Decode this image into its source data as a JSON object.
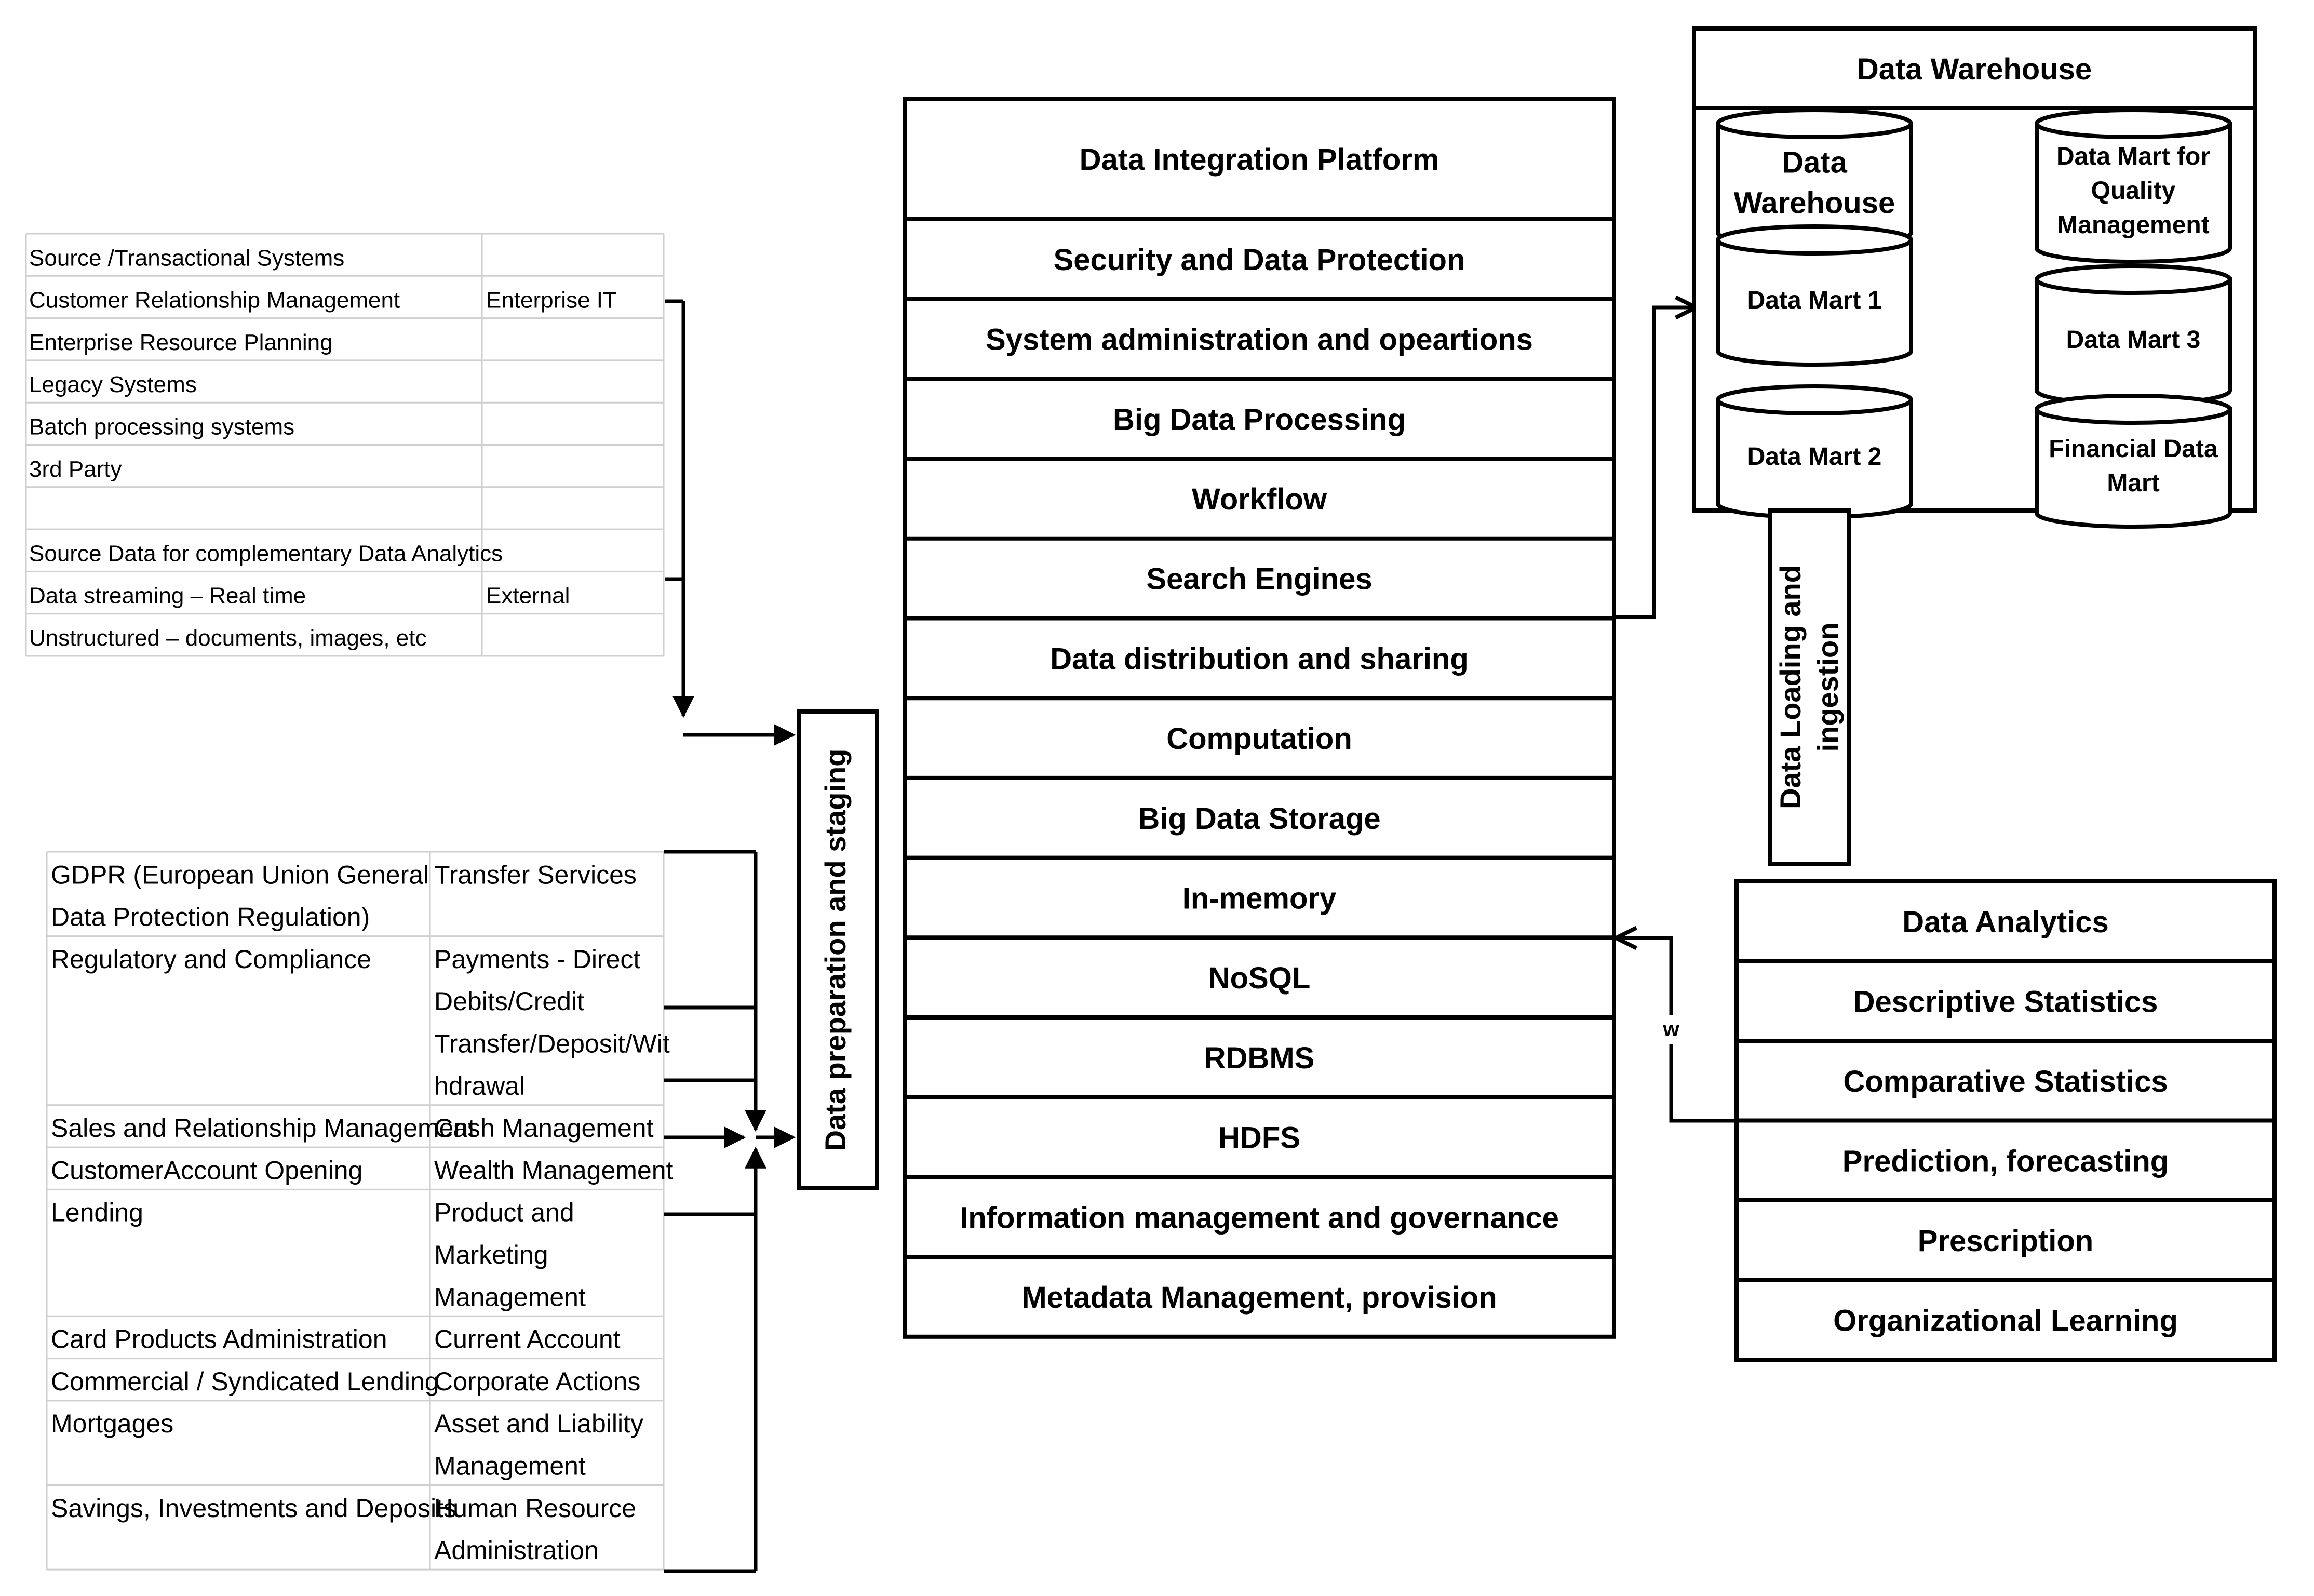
{
  "source_table": {
    "rows": [
      [
        "Source /Transactional Systems",
        ""
      ],
      [
        "Customer Relationship Management",
        "Enterprise IT"
      ],
      [
        "Enterprise Resource Planning",
        ""
      ],
      [
        "Legacy Systems",
        ""
      ],
      [
        "Batch processing systems",
        ""
      ],
      [
        "3rd Party",
        ""
      ],
      [
        "",
        ""
      ],
      [
        "Source Data for complementary Data Analytics",
        ""
      ],
      [
        "Data streaming – Real time",
        "External"
      ],
      [
        "Unstructured – documents, images, etc",
        ""
      ]
    ]
  },
  "domain_table": {
    "rows": [
      {
        "left": [
          "GDPR (European Union General",
          "Data Protection Regulation)"
        ],
        "right": [
          "Transfer Services"
        ]
      },
      {
        "left": [
          "Regulatory and Compliance"
        ],
        "right": [
          "Payments - Direct",
          "Debits/Credit",
          "Transfer/Deposit/Wit",
          "hdrawal"
        ]
      },
      {
        "left": [
          "Sales and Relationship Management"
        ],
        "right": [
          "Cash Management"
        ]
      },
      {
        "left": [
          "CustomerAccount Opening"
        ],
        "right": [
          "Wealth Management"
        ]
      },
      {
        "left": [
          "Lending"
        ],
        "right": [
          "Product and",
          "Marketing",
          "Management"
        ]
      },
      {
        "left": [
          "Card Products Administration"
        ],
        "right": [
          "Current Account"
        ]
      },
      {
        "left": [
          "Commercial / Syndicated Lending"
        ],
        "right": [
          "Corporate Actions"
        ]
      },
      {
        "left": [
          "Mortgages"
        ],
        "right": [
          "Asset and Liability",
          "Management"
        ]
      },
      {
        "left": [
          "Savings, Investments and Deposits"
        ],
        "right": [
          "Human Resource",
          "Administration"
        ]
      }
    ]
  },
  "staging_label": "Data preparation and staging",
  "platform": {
    "items": [
      "Data Integration Platform",
      "Security and Data Protection",
      "System administration and opeartions",
      "Big Data Processing",
      "Workflow",
      "Search Engines",
      "Data distribution and sharing",
      "Computation",
      "Big Data Storage",
      "In-memory",
      "NoSQL",
      "RDBMS",
      "HDFS",
      "Information management and governance",
      "Metadata Management, provision"
    ]
  },
  "warehouse": {
    "title": "Data Warehouse",
    "cylinders": [
      {
        "lines": [
          "Data",
          "Warehouse"
        ]
      },
      {
        "lines": [
          "Data Mart 1"
        ]
      },
      {
        "lines": [
          "Data Mart 2"
        ]
      },
      {
        "lines": [
          "Data Mart for",
          "Quality",
          "Management"
        ]
      },
      {
        "lines": [
          "Data Mart 3"
        ]
      },
      {
        "lines": [
          "Financial Data",
          "Mart"
        ]
      }
    ]
  },
  "loading_label": [
    "Data Loading and",
    "ingestion"
  ],
  "analytics": {
    "items": [
      "Data Analytics",
      "Descriptive Statistics",
      "Comparative Statistics",
      "Prediction, forecasting",
      "Prescription",
      "Organizational Learning"
    ]
  },
  "connector_mark": "w"
}
